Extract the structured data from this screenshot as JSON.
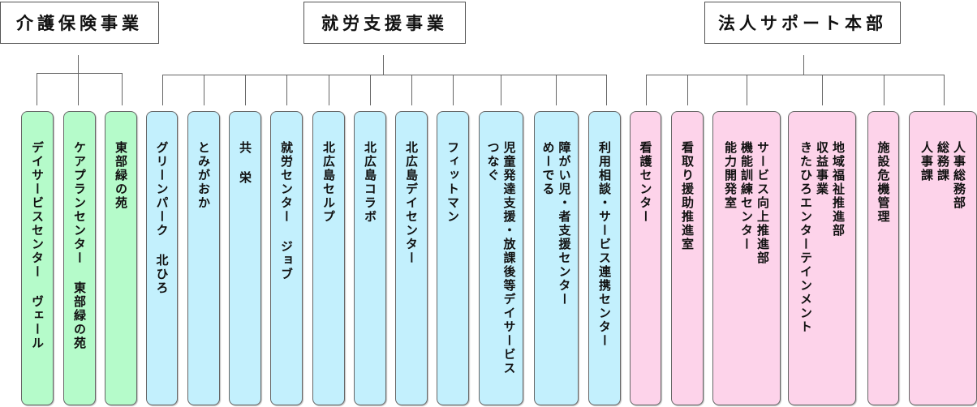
{
  "divisions": [
    {
      "title": "介護保険事業",
      "color": "#b5fbca",
      "units": [
        {
          "lines": [
            "デイサービスセンター ヴェール"
          ]
        },
        {
          "lines": [
            "ケアプランセンター 東部緑の苑"
          ]
        },
        {
          "lines": [
            "東部緑の苑"
          ]
        }
      ]
    },
    {
      "title": "就労支援事業",
      "color": "#c3f0fd",
      "units": [
        {
          "lines": [
            "グリーンパーク 北ひろ"
          ]
        },
        {
          "lines": [
            "とみがおか"
          ]
        },
        {
          "lines": [
            "共 栄"
          ]
        },
        {
          "lines": [
            "就労センター ジョブ"
          ]
        },
        {
          "lines": [
            "北広島セルプ"
          ]
        },
        {
          "lines": [
            "北広島コラボ"
          ]
        },
        {
          "lines": [
            "北広島デイセンター"
          ]
        },
        {
          "lines": [
            "フィットマン"
          ]
        },
        {
          "lines": [
            "児童発達支援・放課後等デイサービス",
            "つなぐ"
          ]
        },
        {
          "lines": [
            "障がい児・者支援センター",
            "めーでる"
          ]
        },
        {
          "lines": [
            "利用相談・サービス連携センター"
          ]
        }
      ]
    },
    {
      "title": "法人サポート本部",
      "color": "#fdd3ea",
      "units": [
        {
          "lines": [
            "看護センター"
          ]
        },
        {
          "lines": [
            "看取り援助推進室"
          ]
        },
        {
          "lines": [
            "サービス向上推進部",
            "機能訓練センター",
            "能力開発室"
          ]
        },
        {
          "lines": [
            "地域福祉推進部",
            "収益事業",
            "きたひろエンターテインメント"
          ]
        },
        {
          "lines": [
            "施設危機管理"
          ]
        },
        {
          "lines": [
            "人事総務部",
            "総務課",
            "人事課"
          ]
        }
      ]
    }
  ]
}
